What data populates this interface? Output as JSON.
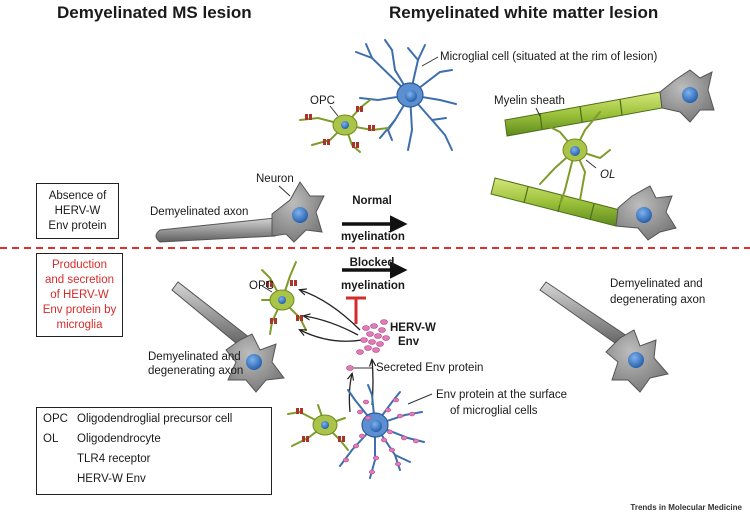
{
  "titles": {
    "left": "Demyelinated MS lesion",
    "right": "Remyelinated white matter lesion"
  },
  "labels": {
    "microglial_cell": "Microglial cell (situated at the rim of lesion)",
    "opc_top": "OPC",
    "myelin_sheath": "Myelin sheath",
    "ol": "OL",
    "neuron": "Neuron",
    "demyelinated_axon": "Demyelinated axon",
    "normal_myelination_1": "Normal",
    "normal_myelination_2": "myelination",
    "blocked_myelination_1": "Blocked",
    "blocked_myelination_2": "myelination",
    "opc_bottom": "OPC",
    "herv_w_env_1": "HERV-W",
    "herv_w_env_2": "Env",
    "secreted_env": "Secreted Env protein",
    "demyelinated_degenerating_left_1": "Demyelinated and",
    "demyelinated_degenerating_left_2": "degenerating axon",
    "demyelinated_degenerating_right_1": "Demyelinated and",
    "demyelinated_degenerating_right_2": "degenerating axon",
    "env_surface_1": "Env protein at the surface",
    "env_surface_2": "of microglial cells"
  },
  "boxes": {
    "absence": [
      "Absence of",
      "HERV-W",
      "Env protein"
    ],
    "production": [
      "Production",
      "and secretion",
      "of HERV-W",
      "Env protein by",
      "microglia"
    ]
  },
  "legend": [
    {
      "key": "OPC",
      "text": "Oligodendroglial precursor cell"
    },
    {
      "key": "OL",
      "text": "Oligodendrocyte"
    },
    {
      "key": "",
      "text": "TLR4 receptor",
      "icon": "tlr4-receptor-icon"
    },
    {
      "key": "",
      "text": "HERV-W Env",
      "icon": "herv-w-env-icon"
    }
  ],
  "credit": "Trends in Molecular Medicine",
  "colors": {
    "divider": "#e03030",
    "red_text": "#d62b2b",
    "neuron": "#7a7a7a",
    "nucleus": "#2f6fc0",
    "microglia": "#4f86c6",
    "opc": "#9bb83a",
    "myelin": "#a8c94a",
    "receptor": "#a8342a",
    "env_protein": "#e07ab8"
  }
}
